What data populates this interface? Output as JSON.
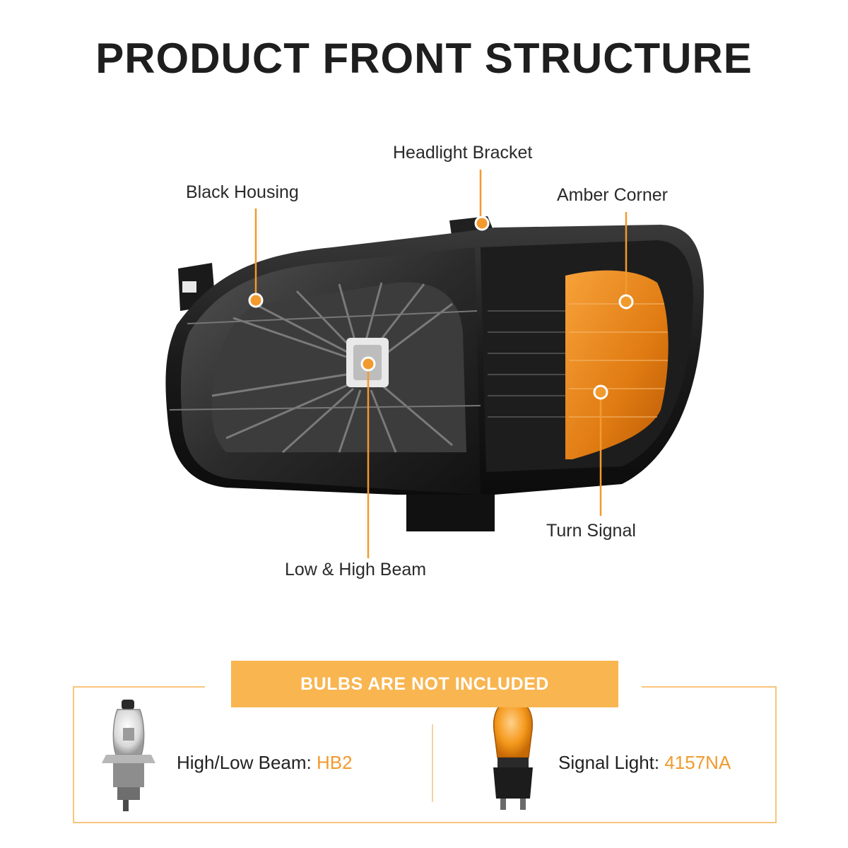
{
  "title": "PRODUCT FRONT STRUCTURE",
  "callouts": {
    "headlight_bracket": "Headlight Bracket",
    "black_housing": "Black Housing",
    "amber_corner": "Amber Corner",
    "turn_signal": "Turn Signal",
    "low_high_beam": "Low & High Beam"
  },
  "bulbs": {
    "banner": "BULBS ARE NOT INCLUDED",
    "high_low_label": "High/Low Beam:",
    "high_low_value": "HB2",
    "signal_label": "Signal Light:",
    "signal_value": "4157NA"
  },
  "colors": {
    "accent": "#f29a2e",
    "banner": "#f8b550",
    "housing": "#151515"
  },
  "icons": [
    "headlight-product-image",
    "hb2-bulb-icon",
    "4157na-bulb-icon"
  ]
}
